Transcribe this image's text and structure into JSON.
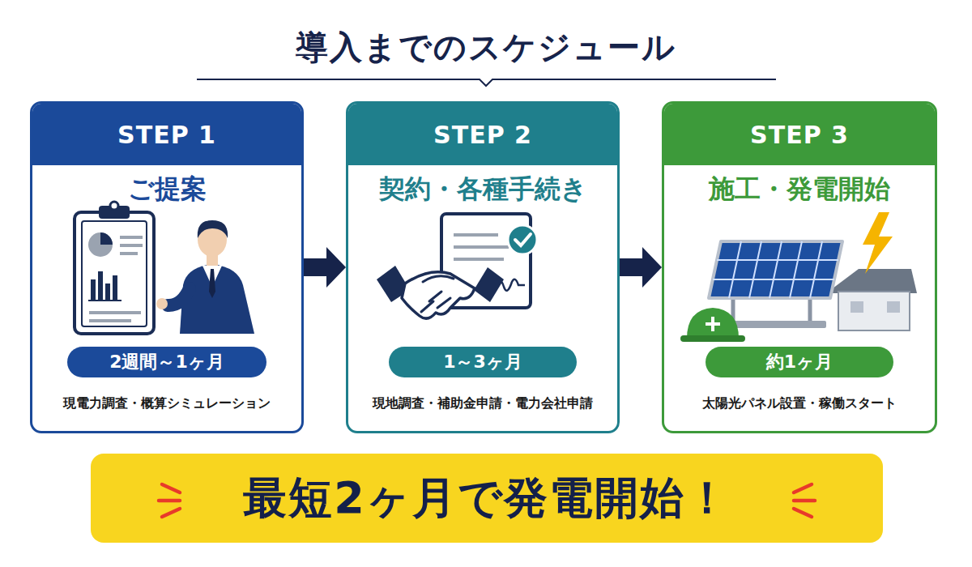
{
  "diagram": {
    "title": "導入までのスケジュール",
    "nodes": [
      {
        "text": [
          "ご提案",
          "現電力調査・概算シミュレーション"
        ]
      },
      {
        "text": [
          "STEP 1"
        ],
        "in": 0
      },
      {
        "text": [
          "2週間～1ヶ月"
        ],
        "in": 0
      },
      {
        "text": [
          "契約・各種手続き",
          "現地調査・補助金申請・電力会社申請"
        ]
      },
      {
        "text": [
          "STEP 2"
        ],
        "in": 3
      },
      {
        "text": [
          "1～3ヶ月"
        ],
        "in": 3
      },
      {
        "text": [
          "施工・発電開始",
          "太陽光パネル設置・稼働スタート"
        ]
      },
      {
        "text": [
          "STEP 3"
        ],
        "in": 6
      },
      {
        "text": [
          "約1ヶ月"
        ],
        "in": 6
      },
      {
        "text": [
          "最短2ヶ月で発電開始！"
        ]
      }
    ],
    "edges": [
      {
        "from": 0,
        "to": 3,
        "arrow": "to"
      },
      {
        "from": 3,
        "to": 6,
        "arrow": "to"
      }
    ]
  }
}
